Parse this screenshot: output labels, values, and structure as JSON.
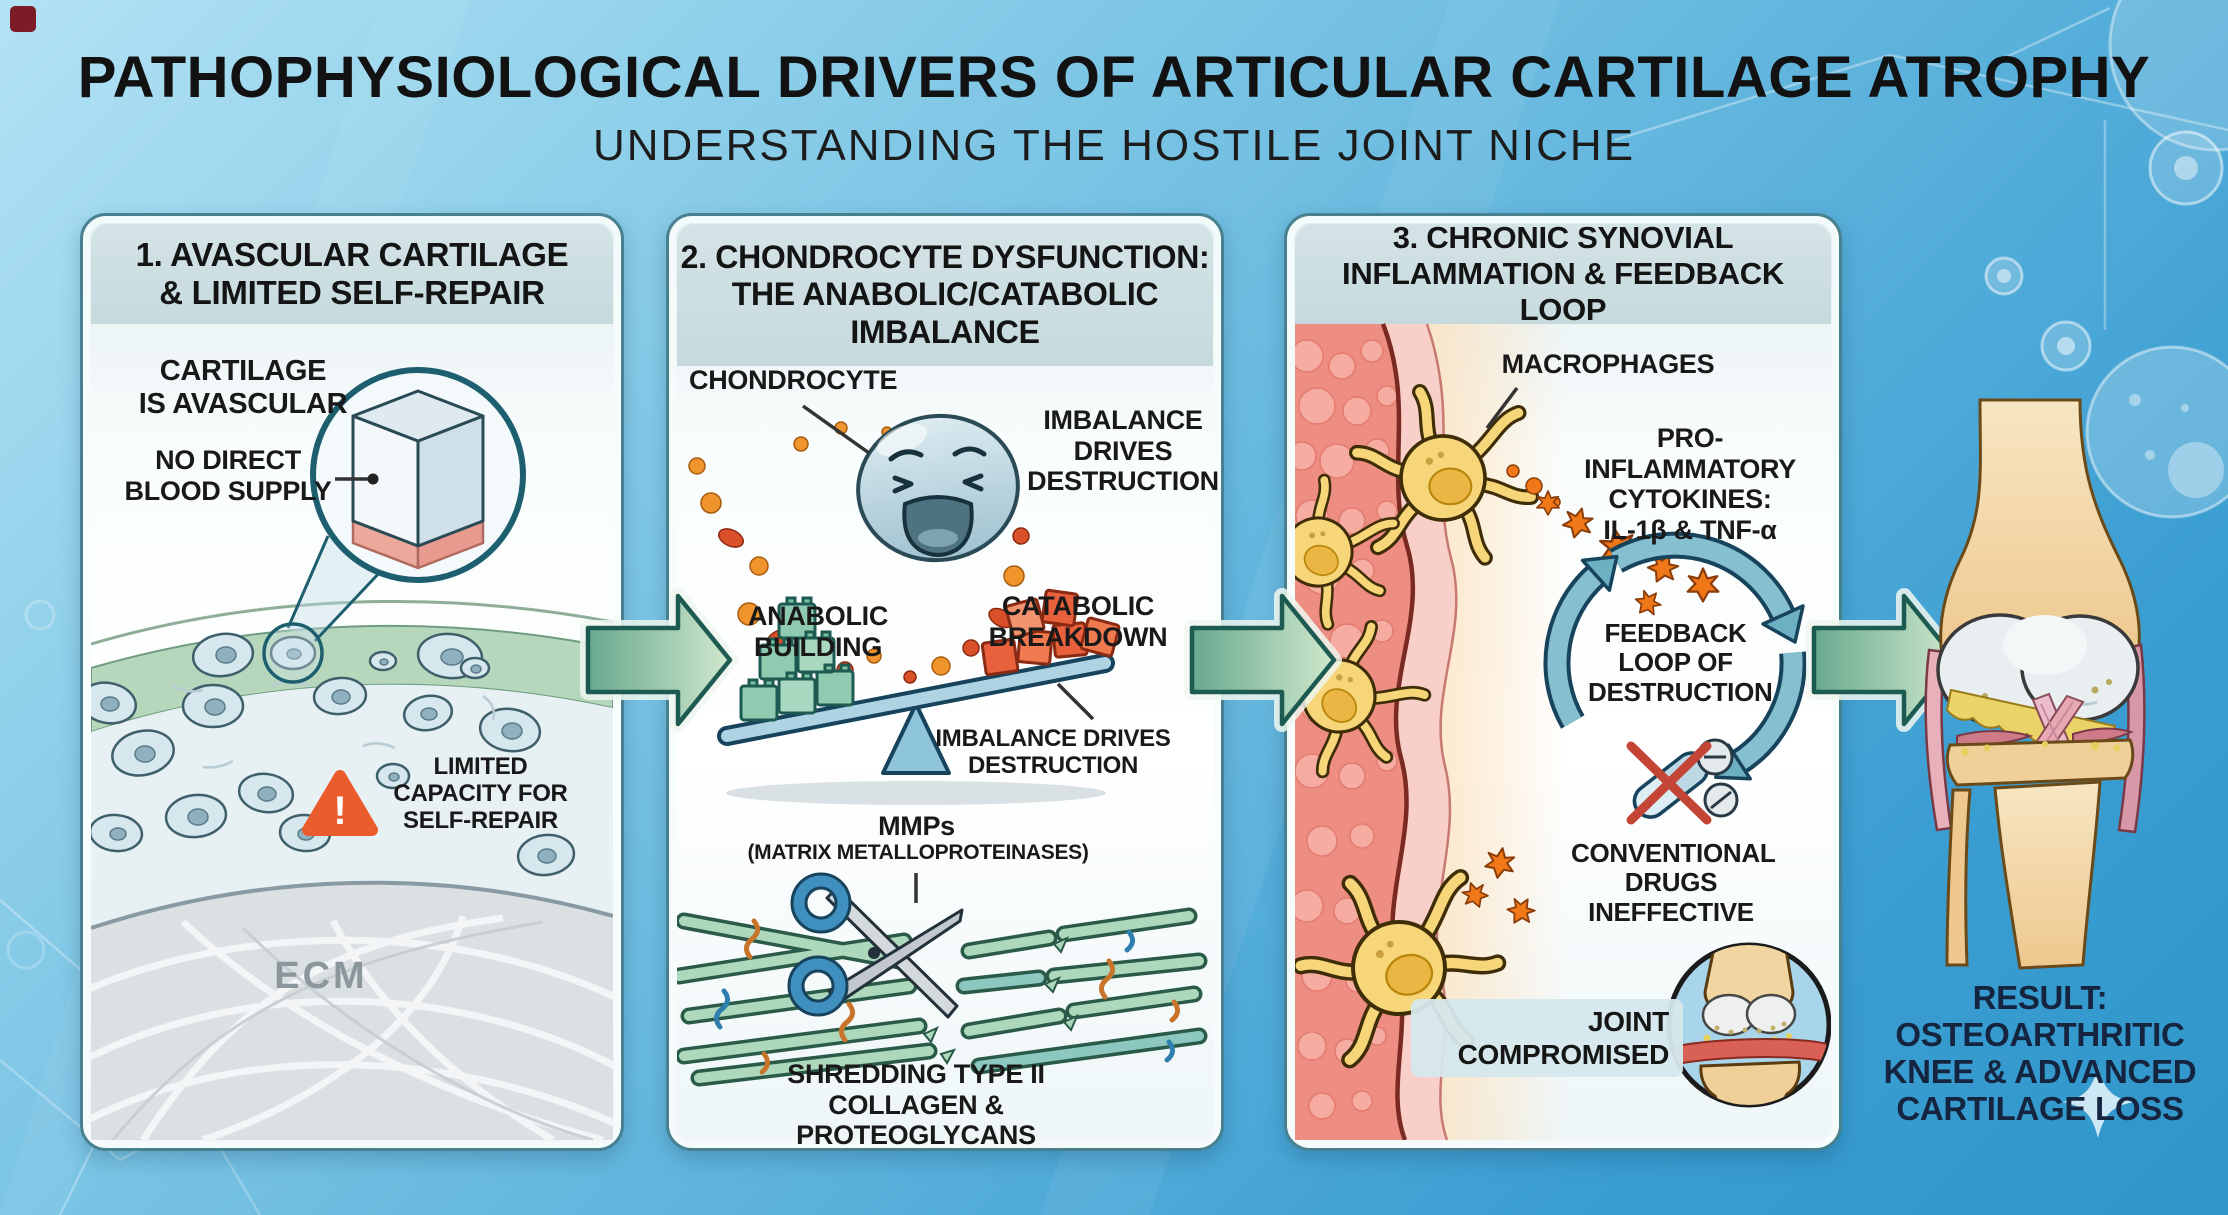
{
  "title": "PATHOPHYSIOLOGICAL DRIVERS OF ARTICULAR CARTILAGE ATROPHY",
  "subtitle": "UNDERSTANDING THE HOSTILE JOINT NICHE",
  "panels": [
    {
      "header": "1. AVASCULAR CARTILAGE\n& LIMITED SELF-REPAIR",
      "labels": {
        "cartilage_avascular": "CARTILAGE\nIS AVASCULAR",
        "no_blood": "NO DIRECT\nBLOOD SUPPLY",
        "limited": "LIMITED\nCAPACITY FOR\nSELF-REPAIR",
        "warning": "!",
        "ecm": "ECM"
      }
    },
    {
      "header": "2. CHONDROCYTE DYSFUNCTION:\nTHE ANABOLIC/CATABOLIC\nIMBALANCE",
      "labels": {
        "chondrocyte": "CHONDROCYTE",
        "imbalance_upper": "IMBALANCE\nDRIVES\nDESTRUCTION",
        "anabolic": "ANABOLIC\nBUILDING",
        "catabolic": "CATABOLIC\nBREAKDOWN",
        "imbalance_lower": "IMBALANCE DRIVES\nDESTRUCTION",
        "mmps": "MMPs",
        "mmps_full": "(MATRIX METALLOPROTEINASES)",
        "shredding": "SHREDDING TYPE II\nCOLLAGEN & PROTEOGLYCANS"
      }
    },
    {
      "header": "3. CHRONIC SYNOVIAL\nINFLAMMATION & FEEDBACK LOOP",
      "labels": {
        "macrophages": "MACROPHAGES",
        "cytokines": "PRO-INFLAMMATORY\nCYTOKINES:\nIL-1β & TNF-α",
        "feedback": "FEEDBACK\nLOOP OF\nDESTRUCTION",
        "drugs": "CONVENTIONAL\nDRUGS\nINEFFECTIVE",
        "joint": "JOINT\nCOMPROMISED"
      }
    }
  ],
  "result": "RESULT:\nOSTEOARTHRITIC\nKNEE & ADVANCED\nCARTILAGE LOSS",
  "colors": {
    "background_top": "#b3e2f4",
    "background_bottom": "#2f96c9",
    "panel_header_band": "#c9dce0",
    "arrow_green": "#8fc4a6",
    "warning_orange": "#ea5c2b",
    "cytokine_orange": "#f07818",
    "synovium_red": "#ee8d82",
    "macrophage_yellow": "#f6d678",
    "loop_teal": "#85bfd0",
    "result_text": "#16253f"
  }
}
